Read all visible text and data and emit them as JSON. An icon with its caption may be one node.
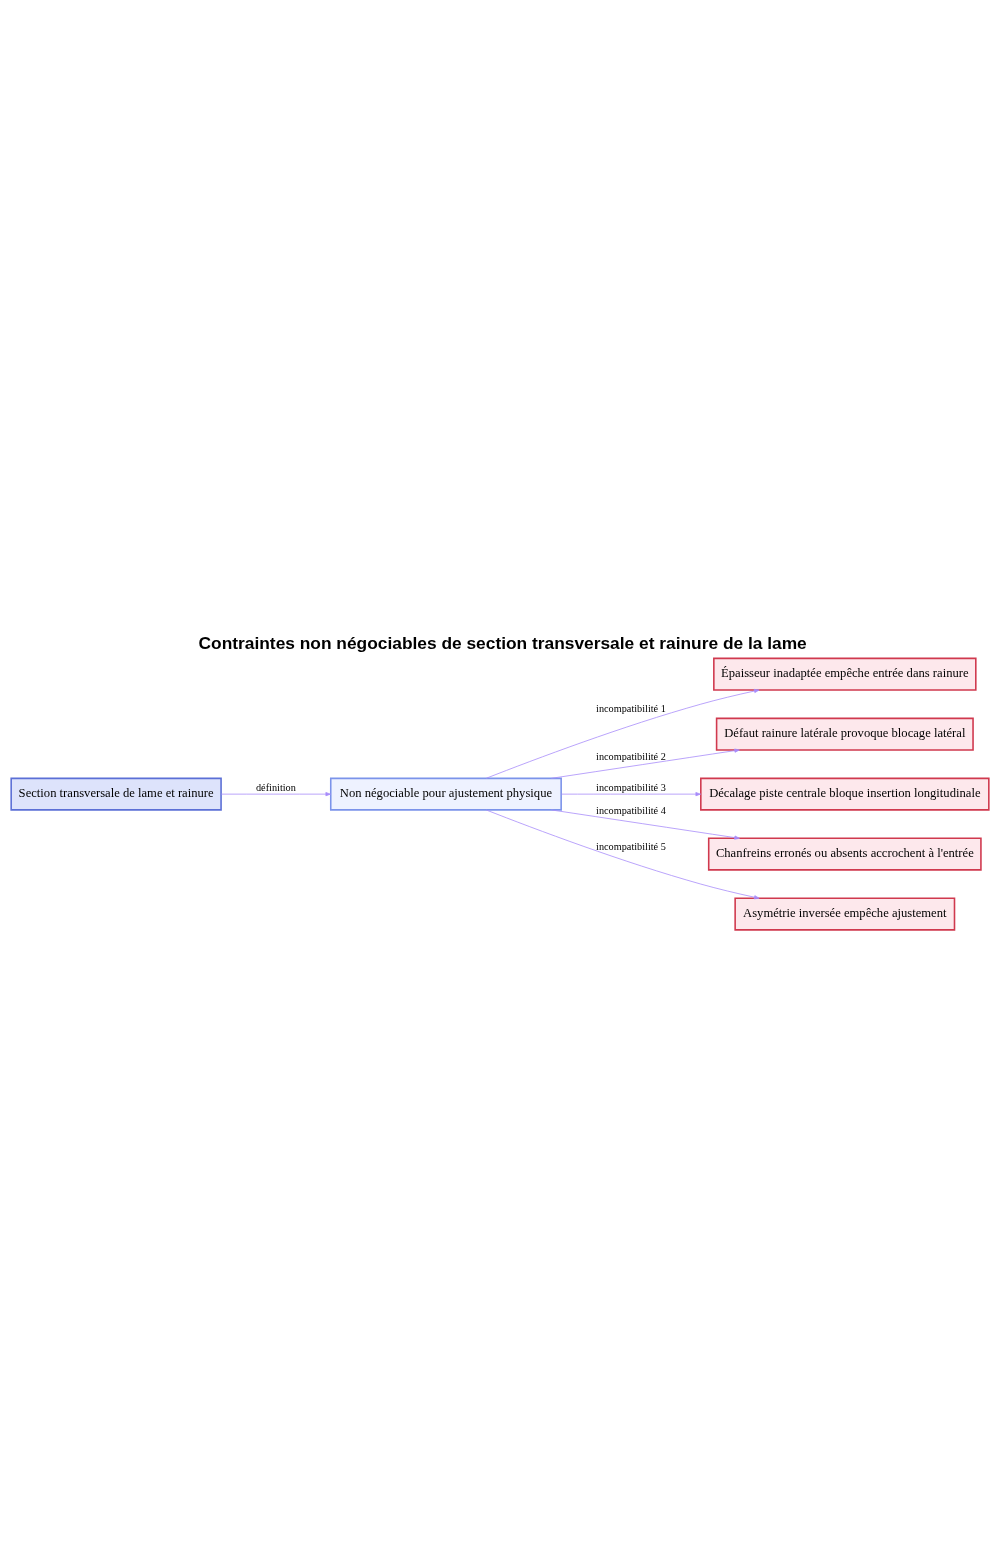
{
  "diagram": {
    "title": "Contraintes non négociables de section transversale et rainure de la lame",
    "nodes": [
      {
        "text": [
          "Section transversale de lame et rainure"
        ]
      },
      {
        "text": [
          "Non négociable pour ajustement physique"
        ]
      },
      {
        "text": [
          "Épaisseur inadaptée empêche entrée dans rainure"
        ]
      },
      {
        "text": [
          "Défaut rainure latérale provoque blocage latéral"
        ]
      },
      {
        "text": [
          "Décalage piste centrale bloque insertion longitudinale"
        ]
      },
      {
        "text": [
          "Chanfreins erronés ou absents accrochent à l'entrée"
        ]
      },
      {
        "text": [
          "Asymétrie inversée empêche ajustement"
        ]
      }
    ],
    "edges": [
      {
        "from": 0,
        "to": 1,
        "arrow": "to",
        "label": "définition"
      },
      {
        "from": 1,
        "to": 2,
        "arrow": "to",
        "label": "incompatibilité 1"
      },
      {
        "from": 1,
        "to": 3,
        "arrow": "to",
        "label": "incompatibilité 2"
      },
      {
        "from": 1,
        "to": 4,
        "arrow": "to",
        "label": "incompatibilité 3"
      },
      {
        "from": 1,
        "to": 5,
        "arrow": "to",
        "label": "incompatibilité 4"
      },
      {
        "from": 1,
        "to": 6,
        "arrow": "to",
        "label": "incompatibilité 5"
      }
    ]
  }
}
